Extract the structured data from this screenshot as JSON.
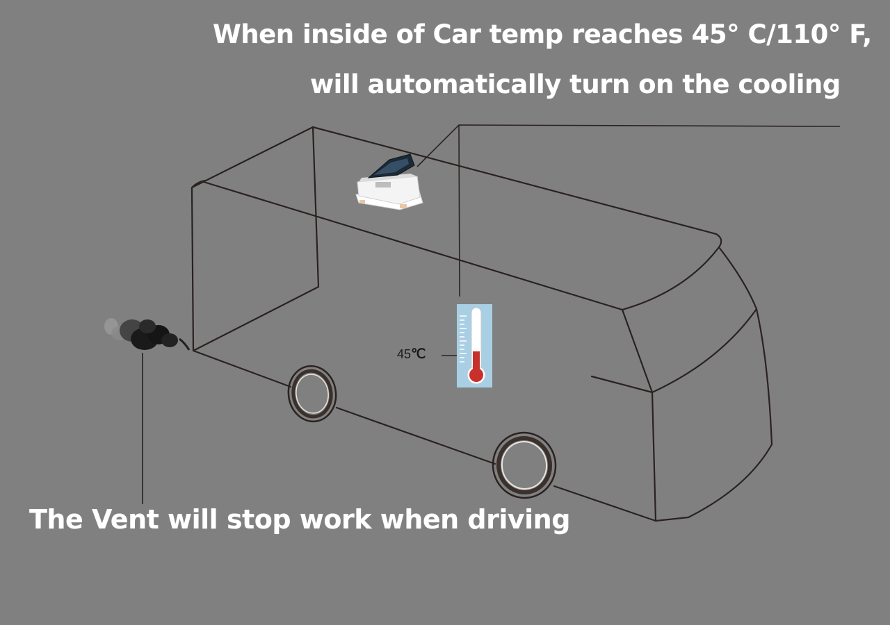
{
  "captions": {
    "top_line_1": "When inside of Car temp reaches 45° C/110° F,",
    "top_line_2": "will automatically turn on the cooling",
    "bottom": "The Vent will stop work when driving"
  },
  "thermometer": {
    "value": "45",
    "unit": "℃",
    "fill_fraction": 0.4
  },
  "icons": {
    "vent": "roof-vent-fan-icon",
    "thermometer": "thermometer-icon",
    "exhaust": "exhaust-smoke-icon"
  },
  "colors": {
    "background": "#808080",
    "outline": "#2a2220",
    "caption_text": "#ffffff",
    "thermometer_bg": "#a9cfe4",
    "mercury": "#c8302c",
    "vent_lid": "#1c2a36"
  }
}
